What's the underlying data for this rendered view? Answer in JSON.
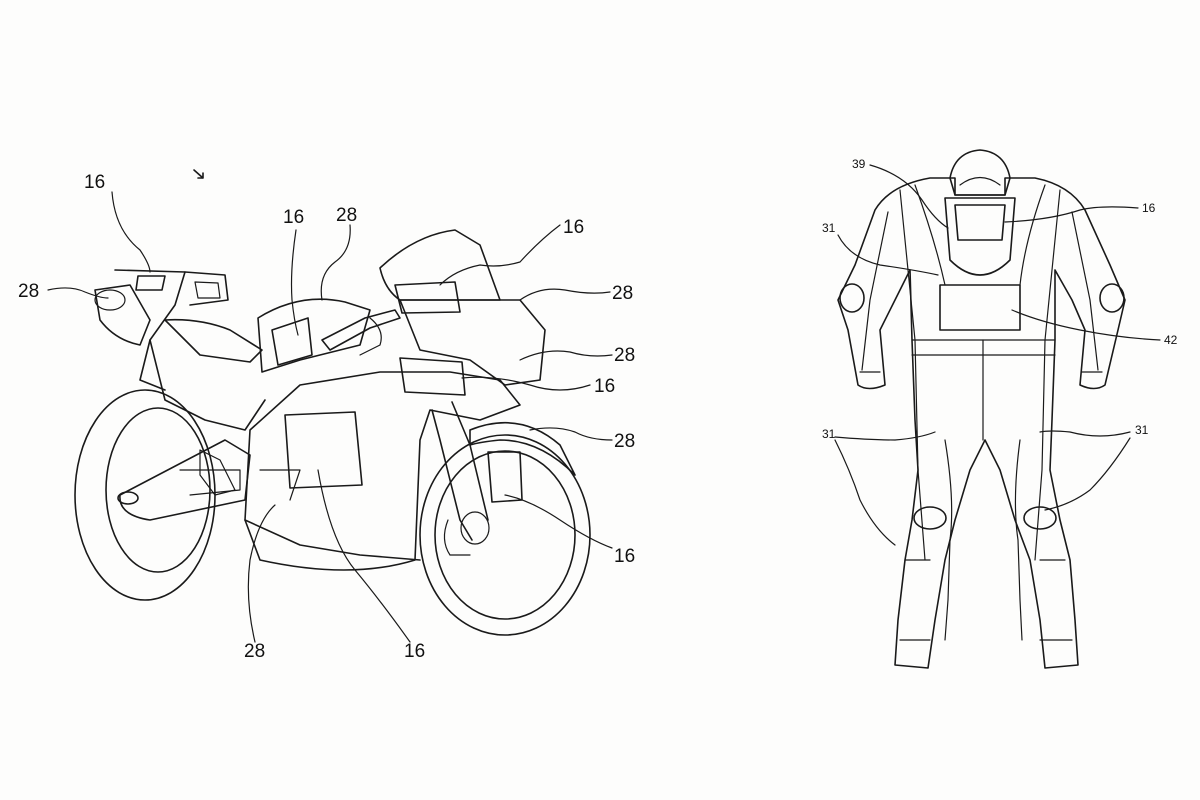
{
  "figure_left": {
    "callouts": [
      {
        "text": "16"
      },
      {
        "text": "28"
      },
      {
        "text": "16"
      },
      {
        "text": "28"
      },
      {
        "text": "16"
      },
      {
        "text": "28"
      },
      {
        "text": "28"
      },
      {
        "text": "16"
      },
      {
        "text": "28"
      },
      {
        "text": "16"
      },
      {
        "text": "28"
      },
      {
        "text": "16"
      }
    ]
  },
  "figure_right": {
    "callouts": [
      {
        "text": "39"
      },
      {
        "text": "16"
      },
      {
        "text": "31"
      },
      {
        "text": "42"
      },
      {
        "text": "31"
      },
      {
        "text": "31"
      }
    ]
  },
  "colors": {
    "line": "#1a1a1a",
    "paper": "#fdfdfc"
  }
}
